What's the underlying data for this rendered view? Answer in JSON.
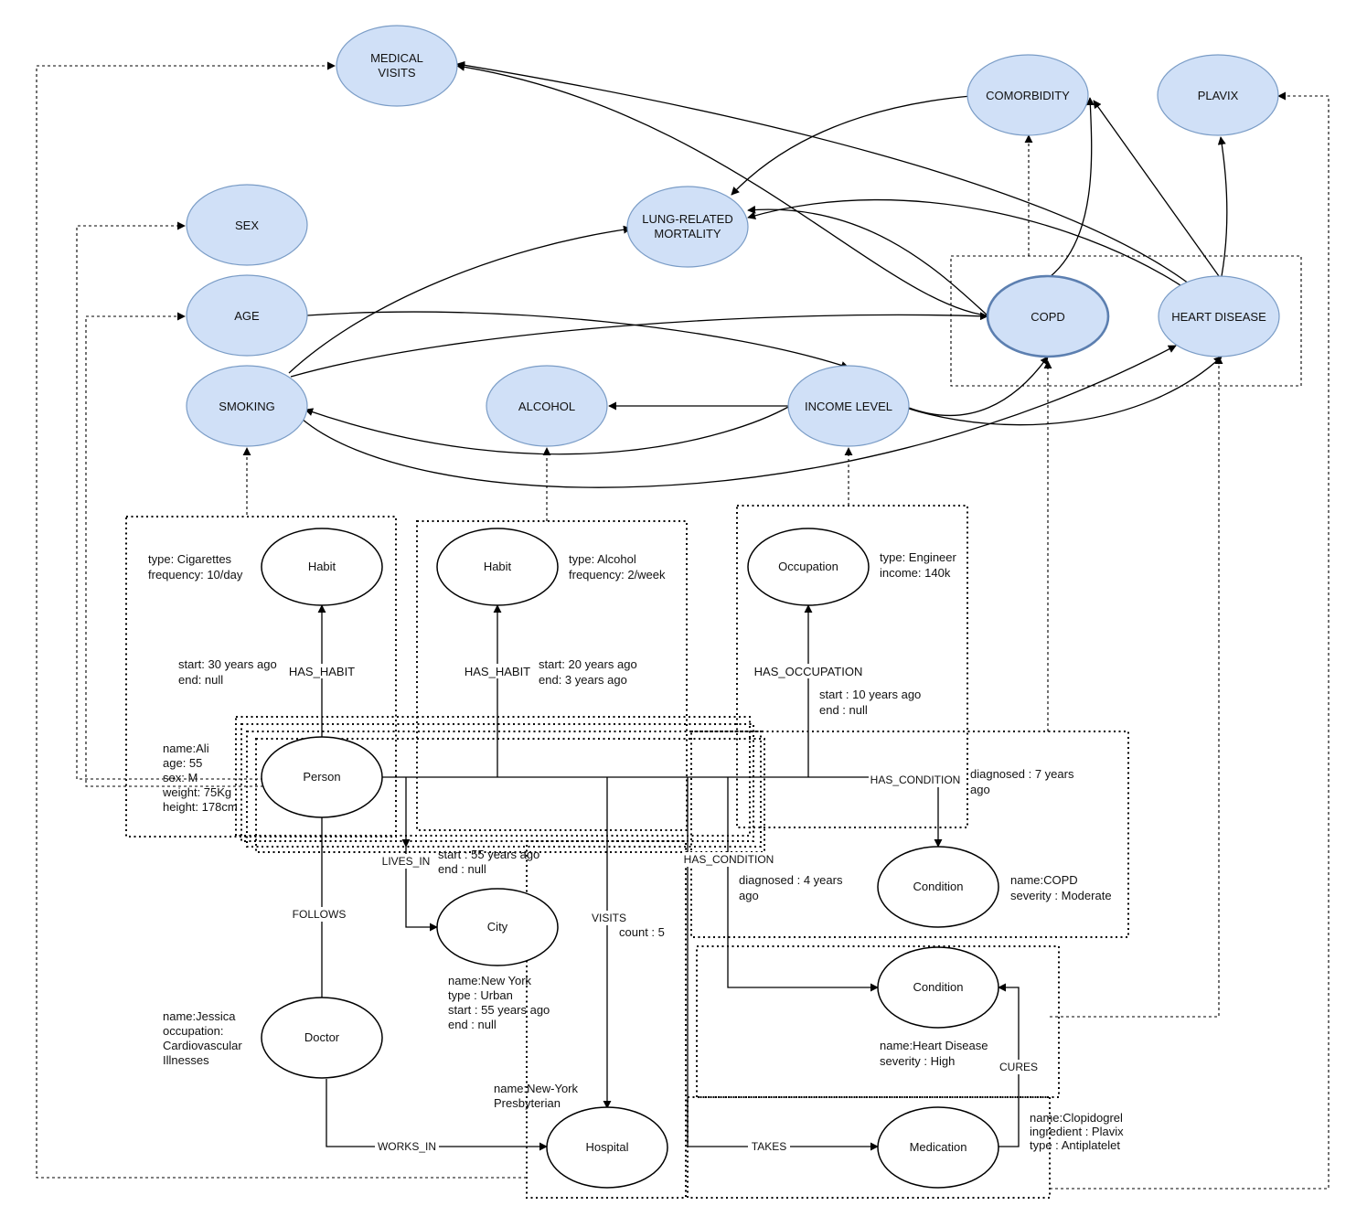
{
  "concepts": {
    "medical_visits": [
      "MEDICAL",
      "VISITS"
    ],
    "comorbidity": "COMORBIDITY",
    "plavix": "PLAVIX",
    "sex": "SEX",
    "lung_mortality": [
      "LUNG-RELATED",
      "MORTALITY"
    ],
    "age": "AGE",
    "copd": "COPD",
    "heart_disease": "HEART DISEASE",
    "smoking": "SMOKING",
    "alcohol": "ALCOHOL",
    "income_level": "INCOME LEVEL"
  },
  "nodes": {
    "habit1": "Habit",
    "habit2": "Habit",
    "occupation": "Occupation",
    "person": "Person",
    "city": "City",
    "condition1": "Condition",
    "condition2": "Condition",
    "doctor": "Doctor",
    "hospital": "Hospital",
    "medication": "Medication"
  },
  "attributes": {
    "habit1": [
      "type: Cigarettes",
      "frequency: 10/day"
    ],
    "habit2": [
      "type: Alcohol",
      "frequency: 2/week"
    ],
    "occupation": [
      "type: Engineer",
      "income: 140k"
    ],
    "has_habit1": [
      "start: 30 years ago",
      "end: null"
    ],
    "has_habit2": [
      "start: 20 years ago",
      "end: 3 years ago"
    ],
    "has_occupation": [
      "start : 10 years ago",
      "end : null"
    ],
    "person": [
      "name:Ali",
      "age: 55",
      "sex: M",
      "weight: 75Kg",
      "height: 178cm"
    ],
    "has_condition1": [
      "diagnosed : 7 years",
      "ago"
    ],
    "lives_in": [
      "start : 55 years ago",
      "end : null"
    ],
    "has_condition2": [
      "diagnosed : 4 years",
      "ago"
    ],
    "condition1": [
      "name:COPD",
      "severity : Moderate"
    ],
    "visits": "count : 5",
    "city": [
      "name:New York",
      "type : Urban",
      "start : 55 years ago",
      "end : null"
    ],
    "doctor": [
      "name:Jessica",
      "occupation:",
      "Cardiovascular",
      "Illnesses"
    ],
    "condition2": [
      "name:Heart Disease",
      "severity : High"
    ],
    "hospital": [
      "name:New-York",
      "Presbyterian"
    ],
    "medication": [
      "name:Clopidogrel",
      "ingredient : Plavix",
      "type : Antiplatelet"
    ]
  },
  "edge_labels": {
    "has_habit1": "HAS_HABIT",
    "has_habit2": "HAS_HABIT",
    "has_occupation": "HAS_OCCUPATION",
    "has_condition1": "HAS_CONDITION",
    "has_condition2": "HAS_CONDITION",
    "lives_in": "LIVES_IN",
    "visits": "VISITS",
    "follows": "FOLLOWS",
    "works_in": "WORKS_IN",
    "takes": "TAKES",
    "cures": "CURES"
  },
  "colors": {
    "concept_fill": "#d0e0f7",
    "concept_stroke": "#7a9cc6",
    "line": "#000000"
  }
}
